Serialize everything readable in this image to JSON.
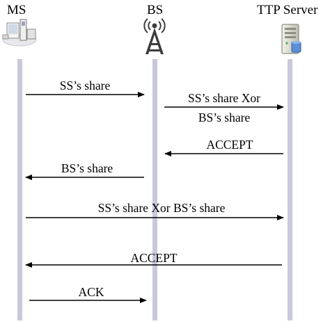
{
  "participants": [
    {
      "id": "ms",
      "label": "MS",
      "icon": "mobile-station-icon"
    },
    {
      "id": "bs",
      "label": "BS",
      "icon": "cell-tower-icon"
    },
    {
      "id": "ttp",
      "label": "TTP Server",
      "icon": "server-icon"
    }
  ],
  "messages": [
    {
      "from": "ms",
      "to": "bs",
      "lines": [
        "SS’s share"
      ]
    },
    {
      "from": "bs",
      "to": "ttp",
      "lines": [
        "SS’s share Xor",
        "BS’s share"
      ]
    },
    {
      "from": "ttp",
      "to": "bs",
      "lines": [
        "ACCEPT"
      ]
    },
    {
      "from": "bs",
      "to": "ms",
      "lines": [
        "BS’s share"
      ]
    },
    {
      "from": "ms",
      "to": "ttp",
      "lines": [
        "SS’s share Xor BS’s share"
      ]
    },
    {
      "from": "ttp",
      "to": "ms",
      "lines": [
        "ACCEPT"
      ]
    },
    {
      "from": "ms",
      "to": "bs",
      "lines": [
        "ACK"
      ]
    }
  ],
  "colors": {
    "lifeline": "#c9c9dc",
    "arrow": "#000000",
    "text": "#000000"
  }
}
